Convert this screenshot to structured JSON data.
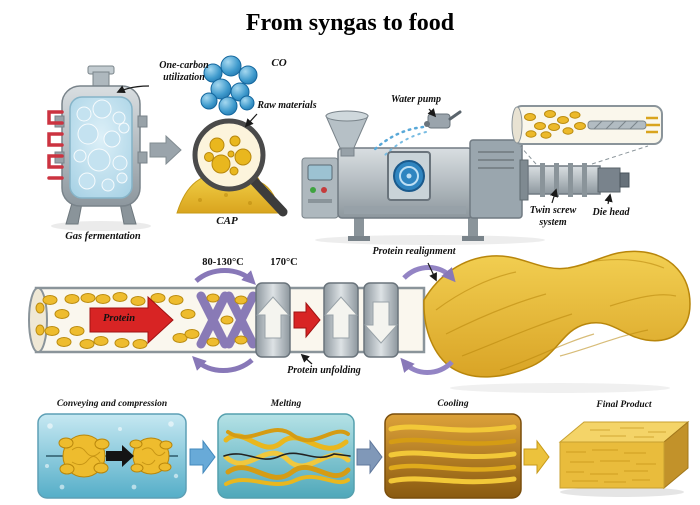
{
  "title": "From syngas to food",
  "fermentation": {
    "tank_label": "Gas fermentation",
    "one_carbon_label": "One-carbon utilization",
    "co_label": "CO",
    "raw_materials_label": "Raw materials",
    "cap_label": "CAP"
  },
  "extruder": {
    "water_pump_label": "Water pump",
    "twin_screw_label": "Twin screw system",
    "die_head_label": "Die head"
  },
  "barrel_process": {
    "temp_zone_1": "80-130°C",
    "temp_zone_2": "170°C",
    "protein_label": "Protein",
    "realignment_label": "Protein realignment",
    "unfolding_label": "Protein unfolding"
  },
  "stages": {
    "conveying_label": "Conveying and compression",
    "melting_label": "Melting",
    "cooling_label": "Cooling",
    "final_product_label": "Final Product"
  },
  "colors": {
    "cap_yellow": "#eebc2e",
    "co_blue": "#2d8fc4",
    "protein_arrow_red": "#d82424",
    "screw_purple": "#8878b8",
    "conveying_panel": "#7cc4d8",
    "melting_panel": "#79c2cc",
    "cooling_panel": "#b87a1c"
  }
}
